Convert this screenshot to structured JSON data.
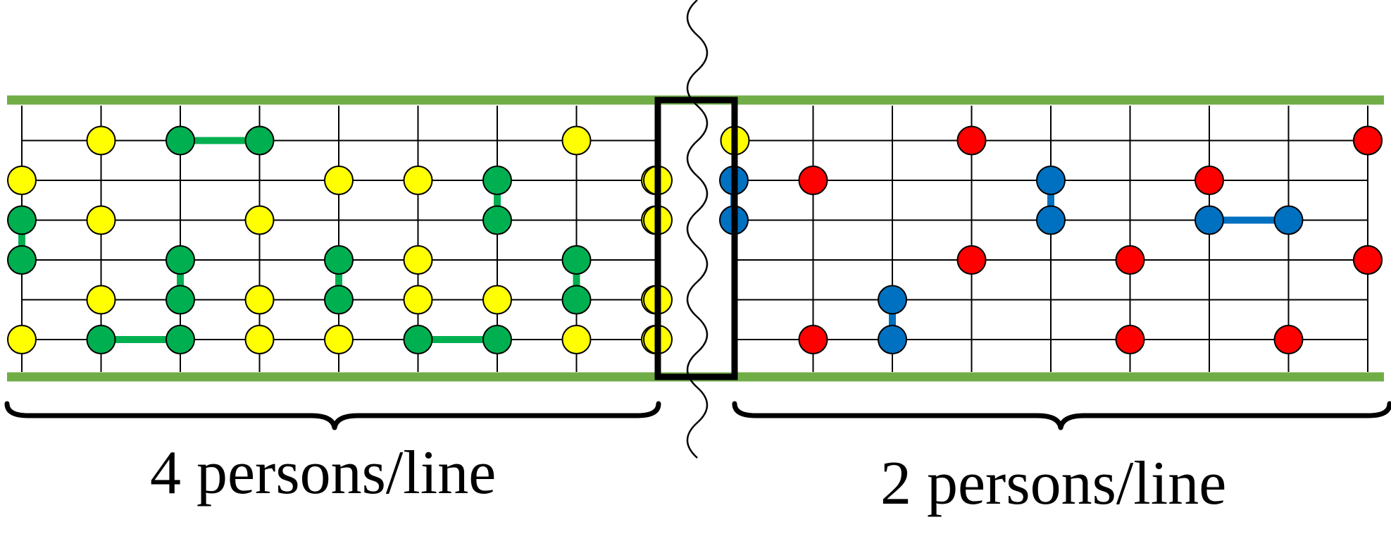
{
  "labels": {
    "left_density": "4 persons/line",
    "right_density": "2 persons/line"
  },
  "colors": {
    "boundary_line": "#70ad47",
    "grid": "#000000",
    "single_person": "#ffff00",
    "left_pair": "#00b050",
    "right_single": "#ff0000",
    "right_pair": "#0070c0"
  },
  "left_region": {
    "singles": [
      [
        1,
        1
      ],
      [
        7,
        1
      ],
      [
        9,
        1
      ],
      [
        0,
        2
      ],
      [
        4,
        2
      ],
      [
        5,
        2
      ],
      [
        8,
        2
      ],
      [
        1,
        3
      ],
      [
        3,
        3
      ],
      [
        8,
        3
      ],
      [
        5,
        4
      ],
      [
        1,
        5
      ],
      [
        3,
        5
      ],
      [
        5,
        5
      ],
      [
        6,
        5
      ],
      [
        8,
        5
      ],
      [
        0,
        6
      ],
      [
        3,
        6
      ],
      [
        4,
        6
      ],
      [
        7,
        6
      ],
      [
        8,
        6
      ]
    ],
    "pairs": [
      [
        [
          2,
          1
        ],
        [
          3,
          1
        ]
      ],
      [
        [
          6,
          2
        ],
        [
          6,
          3
        ]
      ],
      [
        [
          0,
          3
        ],
        [
          0,
          4
        ]
      ],
      [
        [
          2,
          4
        ],
        [
          2,
          5
        ]
      ],
      [
        [
          4,
          4
        ],
        [
          4,
          5
        ]
      ],
      [
        [
          7,
          4
        ],
        [
          7,
          5
        ]
      ],
      [
        [
          1,
          6
        ],
        [
          2,
          6
        ]
      ],
      [
        [
          5,
          6
        ],
        [
          6,
          6
        ]
      ]
    ]
  },
  "right_region": {
    "singles": [
      [
        3,
        1
      ],
      [
        8,
        1
      ],
      [
        1,
        2
      ],
      [
        6,
        2
      ],
      [
        3,
        4
      ],
      [
        5,
        4
      ],
      [
        8,
        4
      ],
      [
        1,
        6
      ],
      [
        5,
        6
      ],
      [
        7,
        6
      ]
    ],
    "pairs": [
      [
        [
          0,
          2
        ],
        [
          0,
          3
        ]
      ],
      [
        [
          4,
          2
        ],
        [
          4,
          3
        ]
      ],
      [
        [
          6,
          3
        ],
        [
          7,
          3
        ]
      ],
      [
        [
          2,
          5
        ],
        [
          2,
          6
        ]
      ]
    ]
  }
}
